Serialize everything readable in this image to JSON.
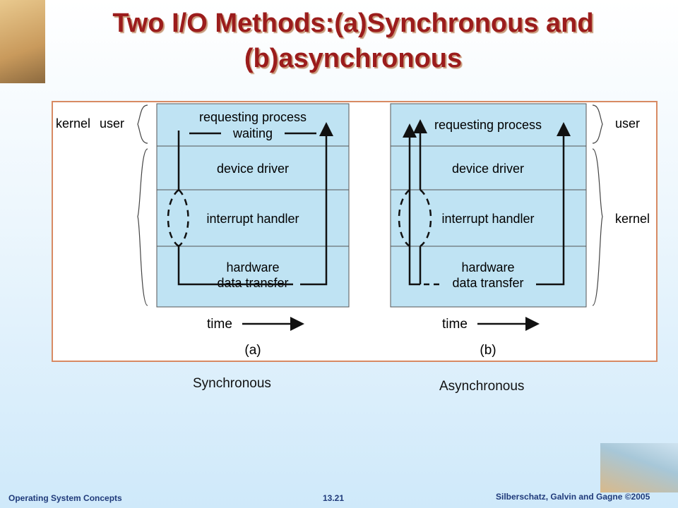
{
  "slide": {
    "title_line1": "Two I/O Methods:(a)Synchronous and",
    "title_line2": "(b)asynchronous"
  },
  "diagram": {
    "sync": {
      "left_labels": [
        "kernel",
        "user"
      ],
      "layers": [
        "requesting process",
        "waiting",
        "device driver",
        "interrupt handler",
        "hardware",
        "data transfer"
      ],
      "time_label": "time",
      "panel_label": "(a)"
    },
    "async": {
      "right_labels": [
        "user",
        "kernel"
      ],
      "layers": [
        "requesting process",
        "device driver",
        "interrupt handler",
        "hardware",
        "data transfer"
      ],
      "time_label": "time",
      "panel_label": "(b)"
    }
  },
  "captions": {
    "left": "Synchronous",
    "right": "Asynchronous"
  },
  "footer": {
    "left": "Operating System Concepts",
    "center": "13.21",
    "right": "Silberschatz, Galvin and Gagne ©2005"
  }
}
